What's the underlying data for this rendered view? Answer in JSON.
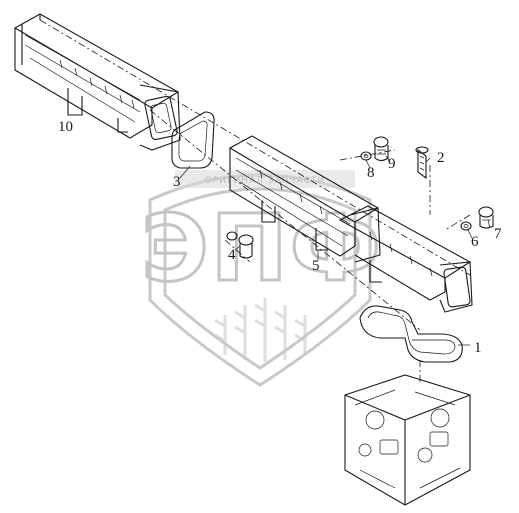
{
  "watermark": {
    "text": "ЭПФ",
    "strip_text": "ОРИГИНАЛ ЗАПЧАСТИ"
  },
  "callouts": [
    "1",
    "2",
    "3",
    "4",
    "5",
    "6",
    "7",
    "8",
    "9",
    "10"
  ]
}
